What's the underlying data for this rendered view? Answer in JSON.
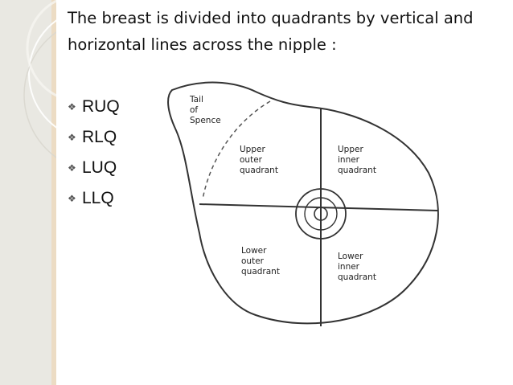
{
  "slide": {
    "title": "The breast is divided into quadrants by vertical and horizontal lines across the nipple :",
    "bullet_icon": "diamond-bullet-icon",
    "bullets": [
      "RUQ",
      "RLQ",
      "LUQ",
      "LLQ"
    ]
  },
  "diagram": {
    "tail_label": [
      "Tail",
      "of",
      "Spence"
    ],
    "upper_outer": [
      "Upper",
      "outer",
      "quadrant"
    ],
    "upper_inner": [
      "Upper",
      "inner",
      "quadrant"
    ],
    "lower_outer": [
      "Lower",
      "outer",
      "quadrant"
    ],
    "lower_inner": [
      "Lower",
      "inner",
      "quadrant"
    ]
  },
  "colors": {
    "sidebar": "#e9e8e2",
    "sidebar_edge": "#ecdcc4",
    "text": "#111111",
    "line": "#333333"
  }
}
